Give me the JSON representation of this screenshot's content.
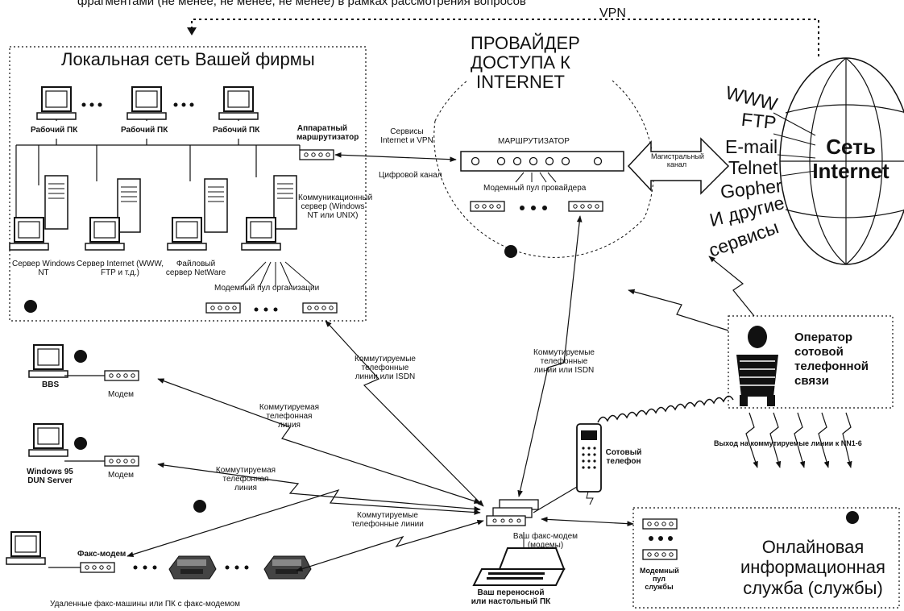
{
  "header": {
    "cut_text": "фрагментами (не менее, не менее, не менее) в рамках рассмотрения вопросов"
  },
  "vpn_label": "VPN",
  "lan": {
    "title": "Локальная сеть Вашей фирмы",
    "workstation_label": "Рабочий ПК",
    "hw_router": "Аппаратный маршрутизатор",
    "servers": {
      "nt": "Сервер Windows NT",
      "internet": "Сервер Internet (WWW, FTP и т.д.)",
      "file": "Файловый сервер NetWare",
      "comm": "Коммуникационный сервер (Windows NT или UNIX)"
    },
    "modem_pool": "Модемный пул организации"
  },
  "links": {
    "internet_vpn": "Сервисы Internet и VPN",
    "digital": "Цифровой канал",
    "backbone": "Магистральный канал",
    "switched_lines_isdn": "Коммутируемые телефонные линии или ISDN",
    "switched_line": "Коммутируемая телефонная линия",
    "switched_lines": "Коммутируемые телефонные линии"
  },
  "provider": {
    "title": "ПРОВАЙДЕР ДОСТУПА К INTERNET",
    "router": "МАРШРУТИЗАТОР",
    "modem_pool": "Модемный пул провайдера"
  },
  "internet": {
    "services": [
      "WWW",
      "FTP",
      "E-mail",
      "Telnet",
      "Gopher",
      "И другие",
      "сервисы"
    ],
    "title": "Сеть Internet"
  },
  "left": {
    "bbs": "BBS",
    "modem": "Модем",
    "dun": "Windows 95 DUN Server",
    "fax_modem": "Факс-модем",
    "remote_fax": "Удаленные факс-машины или ПК с факс-модемом"
  },
  "user": {
    "fax_modem": "Ваш факс-модем (модемы)",
    "laptop": "Ваш переносной или настольный ПК",
    "cell_phone": "Сотовый телефон"
  },
  "operator": {
    "title": "Оператор сотовой телефонной связи",
    "exit": "Выход на коммутируемые линии к NN1-6"
  },
  "online": {
    "title": "Онлайновая информационная служба (службы)",
    "modem_pool": "Модемный пул службы"
  }
}
